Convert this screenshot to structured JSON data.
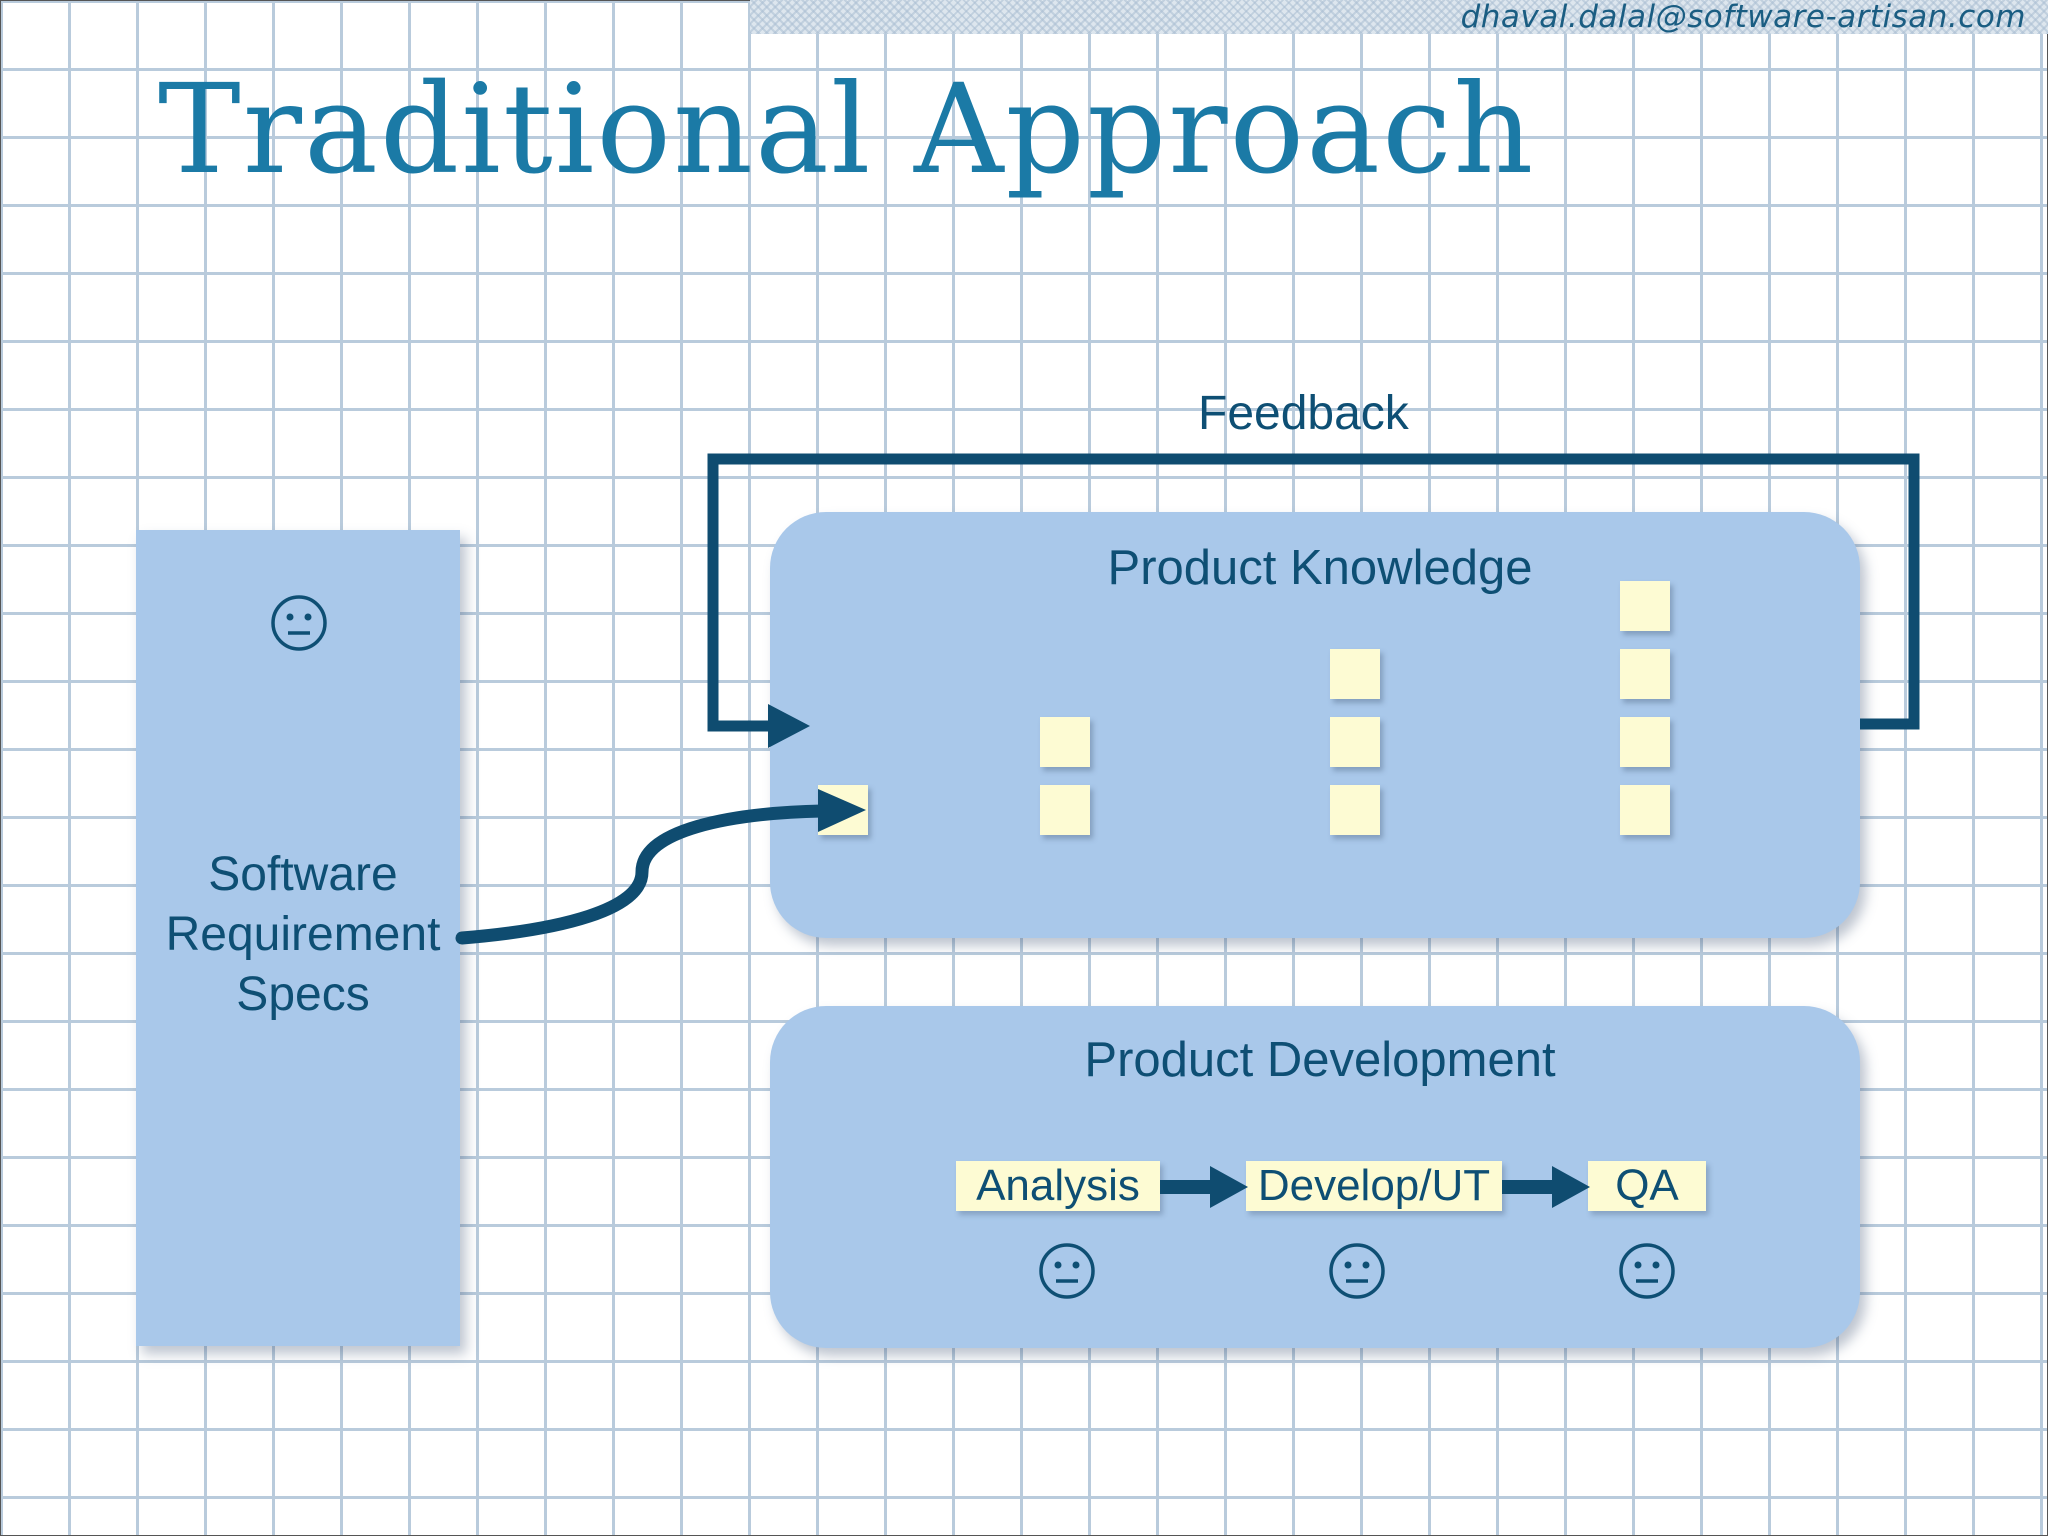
{
  "header": {
    "email": "dhaval.dalal@software-artisan.com"
  },
  "slide": {
    "title": "Traditional Approach"
  },
  "srs": {
    "lines": [
      "Software",
      "Requirement",
      "Specs"
    ],
    "face_icon": "neutral-face-icon"
  },
  "feedback": {
    "label": "Feedback"
  },
  "product_knowledge": {
    "label": "Product Knowledge",
    "note_stacks": [
      1,
      2,
      3,
      4
    ]
  },
  "product_development": {
    "label": "Product Development",
    "steps": [
      "Analysis",
      "Develop/UT",
      "QA"
    ],
    "step_icon": "neutral-face-icon"
  },
  "colors": {
    "panel": "#a9c8ea",
    "note": "#fdfbd3",
    "arrow": "#0f4c70",
    "title": "#1b7aa6",
    "text": "#0e4f74"
  }
}
